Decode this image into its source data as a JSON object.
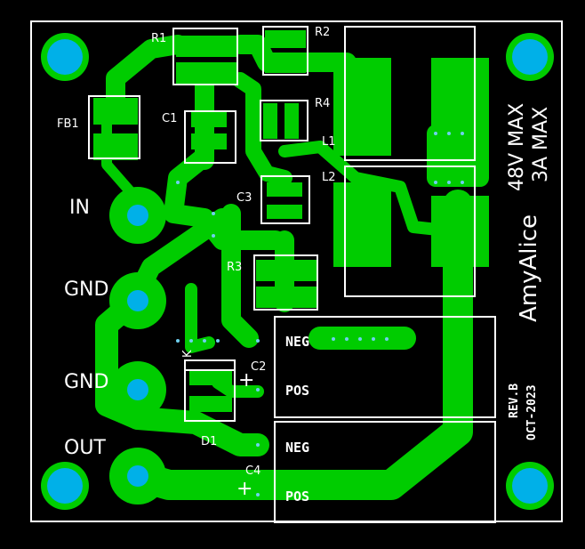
{
  "colors": {
    "background": "#000000",
    "copper": "#00cc00",
    "silkscreen": "#ffffff",
    "drill": "#00b0e8"
  },
  "components": {
    "R1": "R1",
    "R2": "R2",
    "R3": "R3",
    "R4": "R4",
    "C1": "C1",
    "C2": "C2",
    "C3": "C3",
    "C4": "C4",
    "L1": "L1",
    "L2": "L2",
    "FB1": "FB1",
    "D1": "D1"
  },
  "connectors": {
    "in": "IN",
    "gnd1": "GND",
    "gnd2": "GND",
    "out": "OUT"
  },
  "cap_pins": {
    "neg": "NEG",
    "pos": "POS",
    "plus": "+"
  },
  "diode_mark": "K",
  "rating": {
    "voltage": "48V MAX",
    "current": "3A MAX"
  },
  "author": "AmyAlice",
  "revision": "REV.B",
  "date": "OCT-2023"
}
